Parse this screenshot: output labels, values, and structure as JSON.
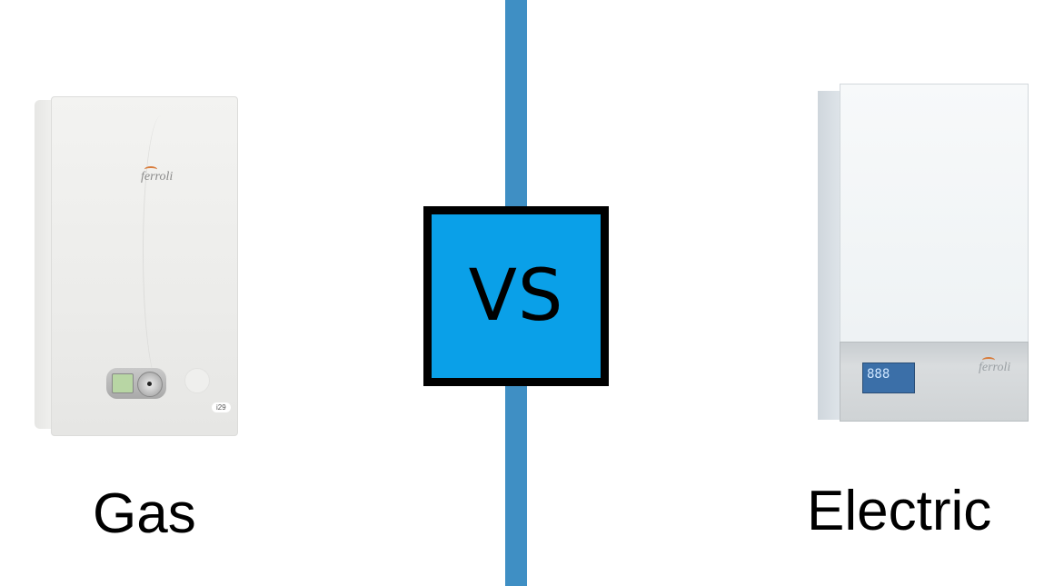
{
  "comparison": {
    "vs_label": "VS",
    "left": {
      "label": "Gas",
      "product": {
        "brand": "ferroli",
        "model_badge": "i29",
        "type": "gas-wall-boiler"
      }
    },
    "right": {
      "label": "Electric",
      "product": {
        "brand": "ferroli",
        "display_digits": "888",
        "type": "electric-wall-boiler"
      }
    }
  },
  "colors": {
    "divider": "#3f8fc4",
    "vs_fill": "#0aa0e8",
    "vs_border": "#000000",
    "background": "#ffffff"
  }
}
